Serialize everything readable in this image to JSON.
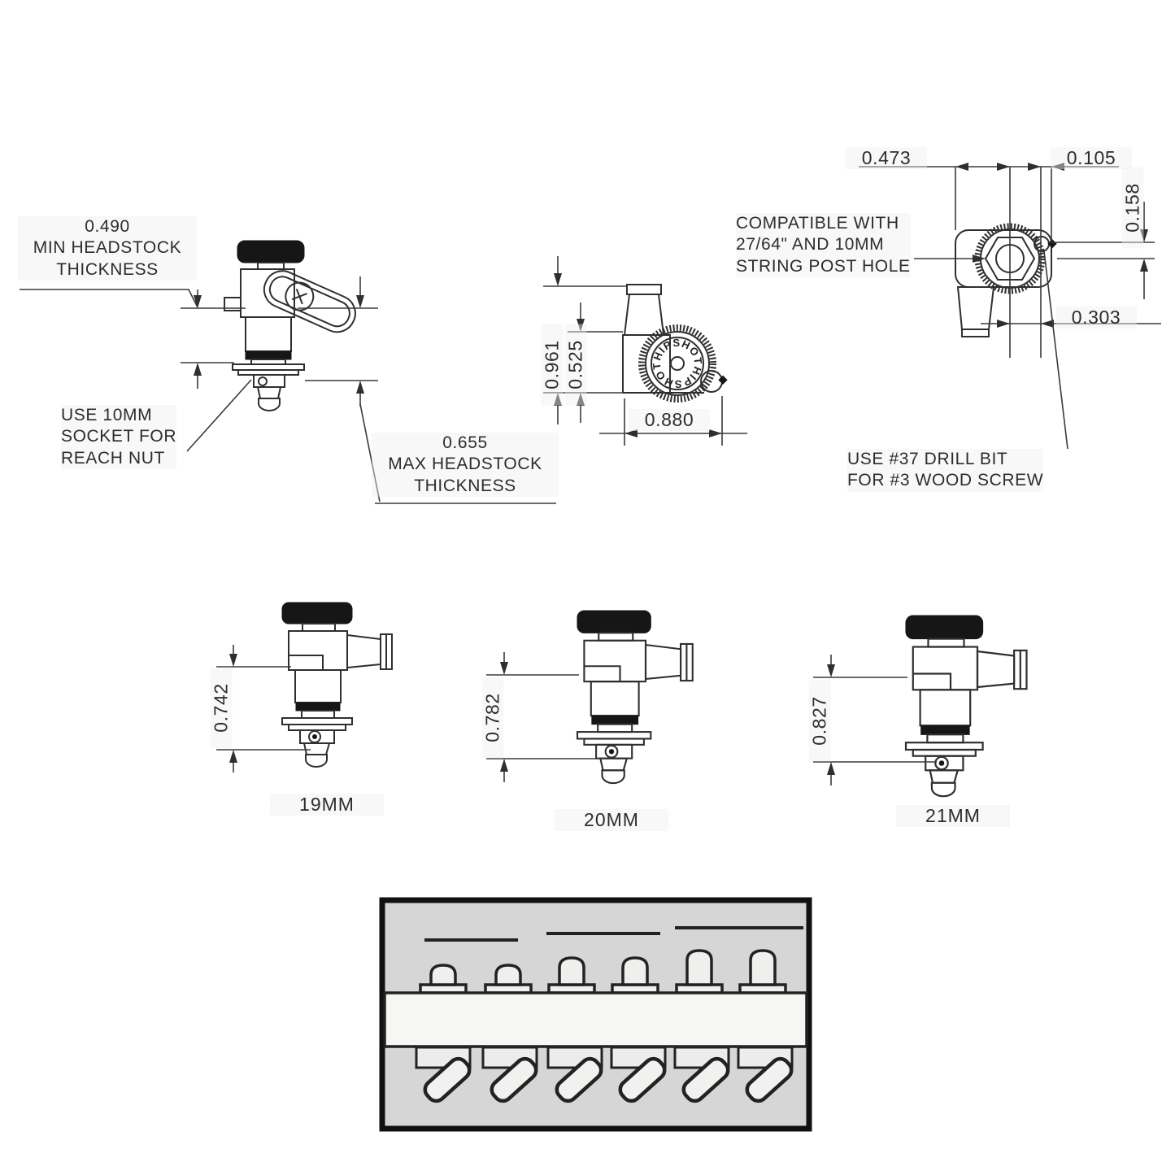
{
  "annotations": {
    "min_headstock": "0.490\nMIN HEADSTOCK\nTHICKNESS",
    "socket_note": "USE 10MM\nSOCKET FOR\nREACH NUT",
    "max_headstock": "0.655\nMAX HEADSTOCK\nTHICKNESS",
    "compatible_note": "COMPATIBLE WITH\n27/64\" AND 10MM\nSTRING POST HOLE",
    "drill_note": "USE #37 DRILL BIT\nFOR #3 WOOD SCREW"
  },
  "dimensions": {
    "side_total_height": "0.961",
    "side_body_height": "0.525",
    "side_width": "0.880",
    "top_left_offset": "0.473",
    "top_right_offset": "0.105",
    "top_vertical_offset": "0.158",
    "top_screw_offset": "0.303"
  },
  "knob_logo": "HIPSHOT",
  "variants": [
    {
      "height": "0.742",
      "size": "19MM"
    },
    {
      "height": "0.782",
      "size": "20MM"
    },
    {
      "height": "0.827",
      "size": "21MM"
    }
  ],
  "colors": {
    "line": "#2f2f2f",
    "panel_bg": "#d6d6d6",
    "panel_band": "#f6f6f5"
  }
}
